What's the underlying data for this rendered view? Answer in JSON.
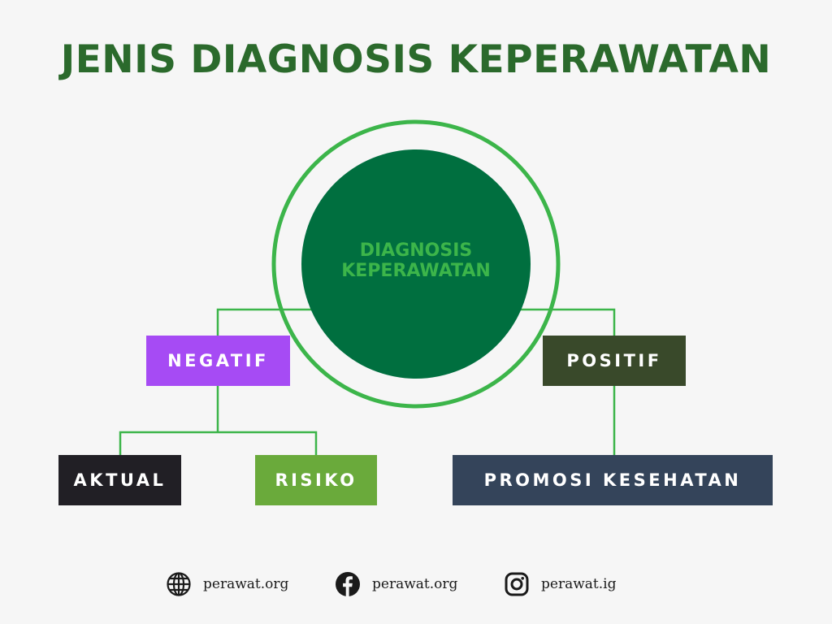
{
  "title": "JENIS DIAGNOSIS KEPERAWATAN",
  "center": {
    "line1": "DIAGNOSIS",
    "line2": "KEPERAWATAN"
  },
  "boxes": {
    "negatif": {
      "label": "NEGATIF",
      "color": "#a64bf4"
    },
    "positif": {
      "label": "POSITIF",
      "color": "#39492a"
    },
    "aktual": {
      "label": "AKTUAL",
      "color": "#211f25"
    },
    "risiko": {
      "label": "RISIKO",
      "color": "#6aaa3b"
    },
    "promosi": {
      "label": "PROMOSI KESEHATAN",
      "color": "#34445a"
    }
  },
  "colors": {
    "title": "#2b6a2c",
    "circle_fill": "#006f3f",
    "ring": "#3cb54a",
    "connector": "#3cb54a",
    "center_text": "#3cb54a",
    "background": "#f6f6f6"
  },
  "footer": [
    {
      "icon": "globe-icon",
      "label": "perawat.org"
    },
    {
      "icon": "facebook-icon",
      "label": "perawat.org"
    },
    {
      "icon": "instagram-icon",
      "label": "perawat.ig"
    }
  ]
}
